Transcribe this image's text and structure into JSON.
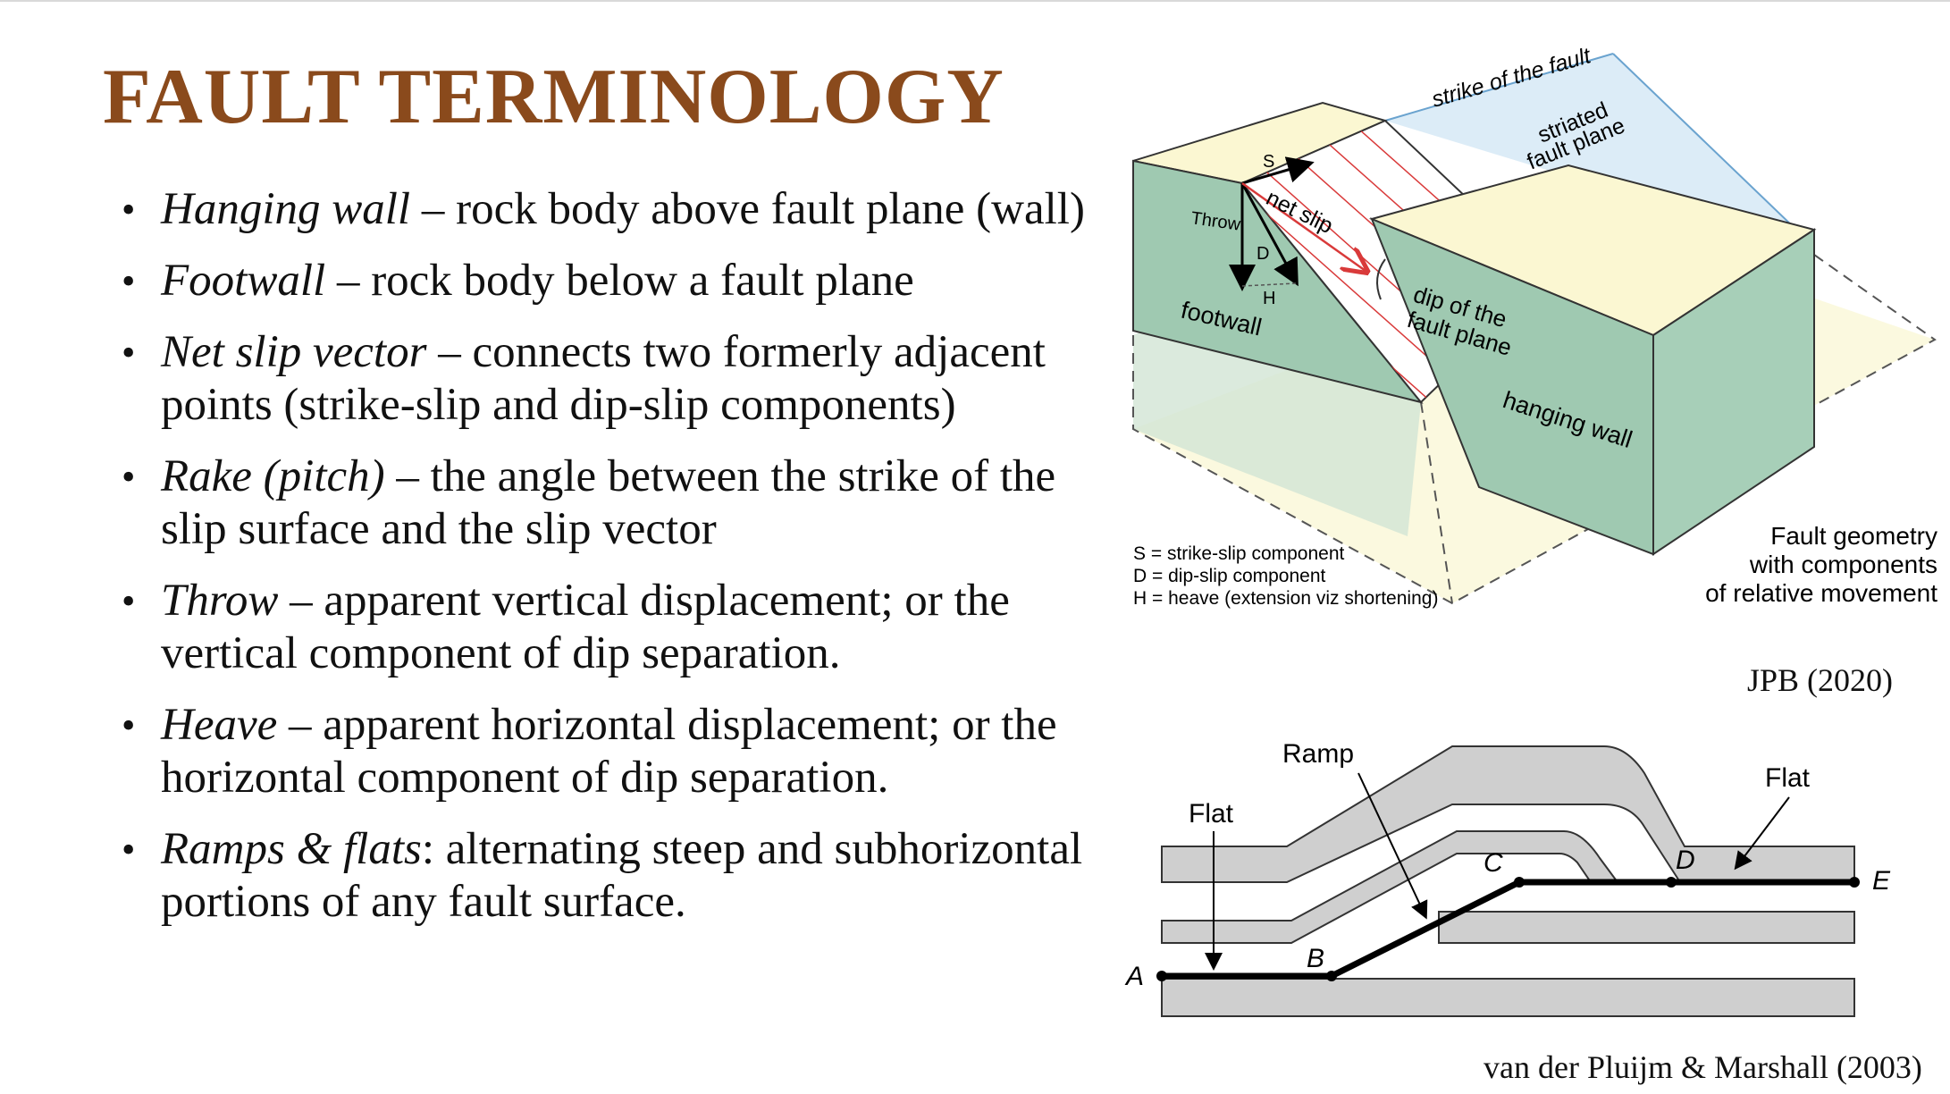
{
  "title": "FAULT TERMINOLOGY",
  "bullets": [
    {
      "term": "Hanging wall",
      "sep": " – ",
      "text": "rock body above fault plane (wall)"
    },
    {
      "term": "Footwall",
      "sep": " – ",
      "text": "rock body below a fault plane"
    },
    {
      "term": "Net slip vector",
      "sep": " – ",
      "text": "connects two formerly adjacent points (strike-slip and dip-slip components)"
    },
    {
      "term": "Rake (pitch)",
      "sep": " – ",
      "text": "the angle between the strike of the slip surface and the slip vector"
    },
    {
      "term": "Throw",
      "sep": " – ",
      "text": "apparent vertical displacement; or the vertical component of dip separation."
    },
    {
      "term": "Heave",
      "sep": " – ",
      "text": "apparent horizontal displacement; or the horizontal component of dip separation."
    },
    {
      "term": "Ramps & flats",
      "sep": ": ",
      "text": "alternating steep and subhorizontal portions of any fault surface."
    }
  ],
  "block_diagram": {
    "labels": {
      "strike": "strike of the fault",
      "striated_1": "striated",
      "striated_2": "fault plane",
      "s": "S",
      "net_slip": "net slip",
      "throw": "Throw",
      "d": "D",
      "h": "H",
      "footwall": "footwall",
      "dip_1": "dip of the",
      "dip_2": "fault plane",
      "hanging_wall": "hanging wall"
    },
    "legend": [
      "S = strike-slip component",
      "D = dip-slip component",
      "H = heave (extension viz shortening)"
    ],
    "caption": [
      "Fault geometry",
      "with components",
      "of relative movement"
    ],
    "credit": "JPB (2020)",
    "colors": {
      "top": "#fbf7d2",
      "green": "#9fc9b1",
      "plane": "#dcecf7",
      "slip": "#d93a3a"
    }
  },
  "ramp_diagram": {
    "labels": {
      "ramp": "Ramp",
      "flat_left": "Flat",
      "flat_right": "Flat"
    },
    "points": [
      "A",
      "B",
      "C",
      "D",
      "E"
    ],
    "credit": "van der Pluijm & Marshall (2003)"
  }
}
